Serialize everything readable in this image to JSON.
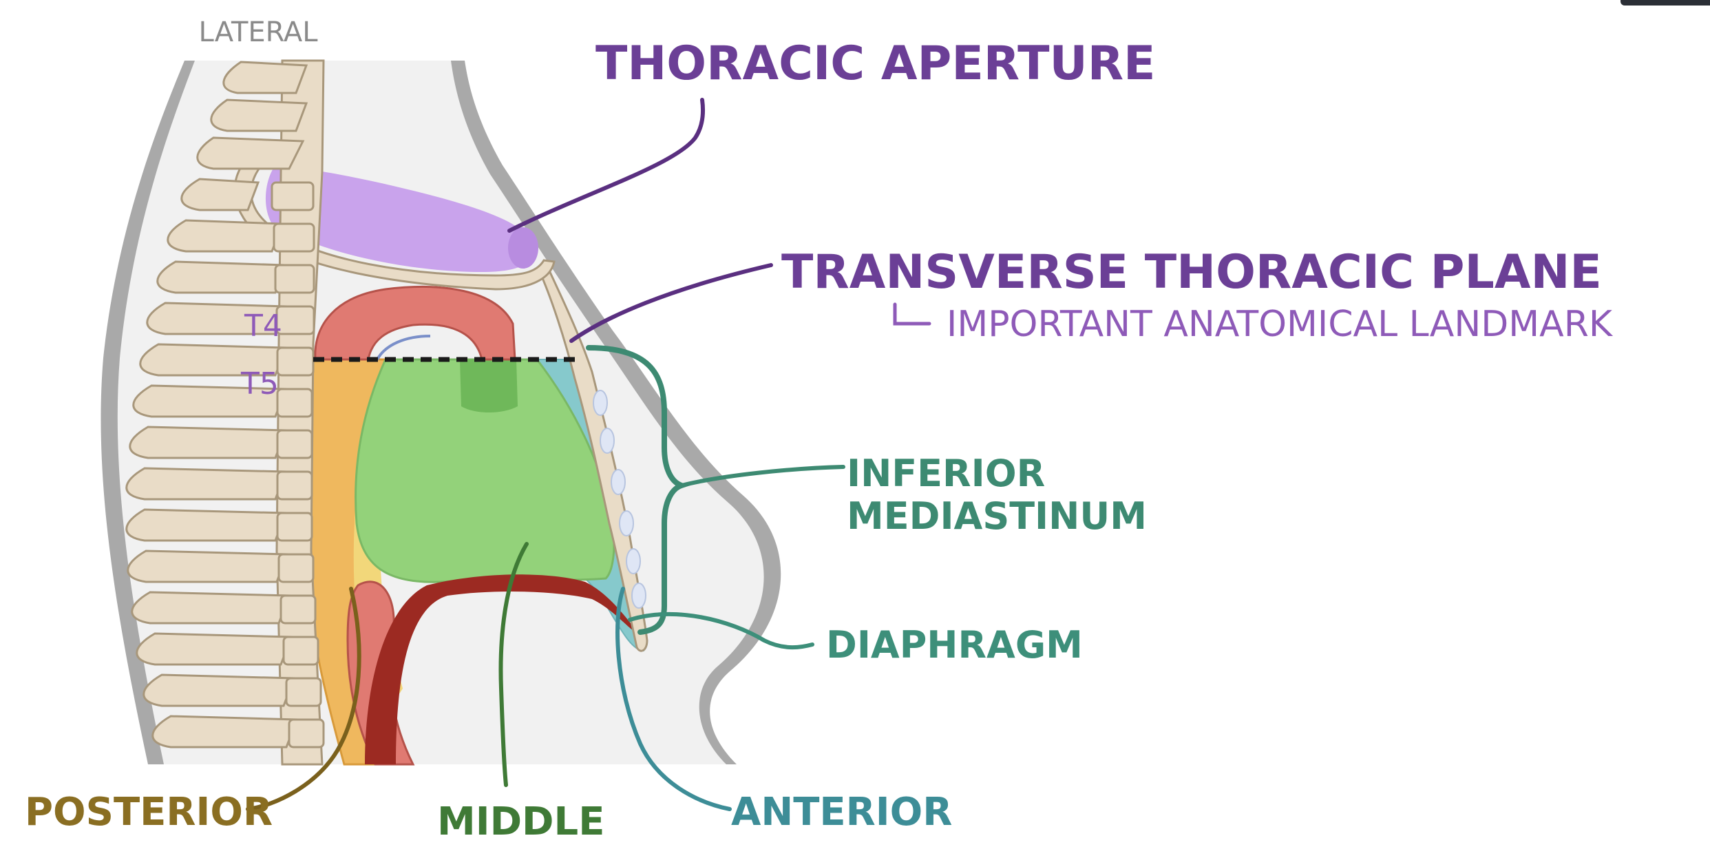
{
  "labels": {
    "lateral": "LATERAL",
    "thoracic_aperture": "THORACIC APERTURE",
    "transverse_thoracic_plane": "TRANSVERSE THORACIC PLANE",
    "important_landmark": "IMPORTANT ANATOMICAL LANDMARK",
    "t4": "T4",
    "t5": "T5",
    "inferior_mediastinum_line1": "INFERIOR",
    "inferior_mediastinum_line2": "MEDIASTINUM",
    "diaphragm": "DIAPHRAGM",
    "posterior": "POSTERIOR",
    "middle": "MIDDLE",
    "anterior": "ANTERIOR"
  },
  "colors": {
    "thoracic_aperture": "#c9a3ec",
    "aorta": "#e07a72",
    "posterior_mediastinum": "#efb85e",
    "middle_mediastinum": "#93d27a",
    "anterior_mediastinum": "#86c9cc",
    "diaphragm": "#9c2a22",
    "body_fill": "#f1f1f1",
    "body_outline": "#a9a9a9",
    "bone": "#e9dcc7",
    "label_purple": "#6b3f96",
    "label_teal": "#3d8a72",
    "label_blue": "#3d8d97",
    "label_gold": "#8a6e22",
    "label_green": "#3f7a36"
  }
}
